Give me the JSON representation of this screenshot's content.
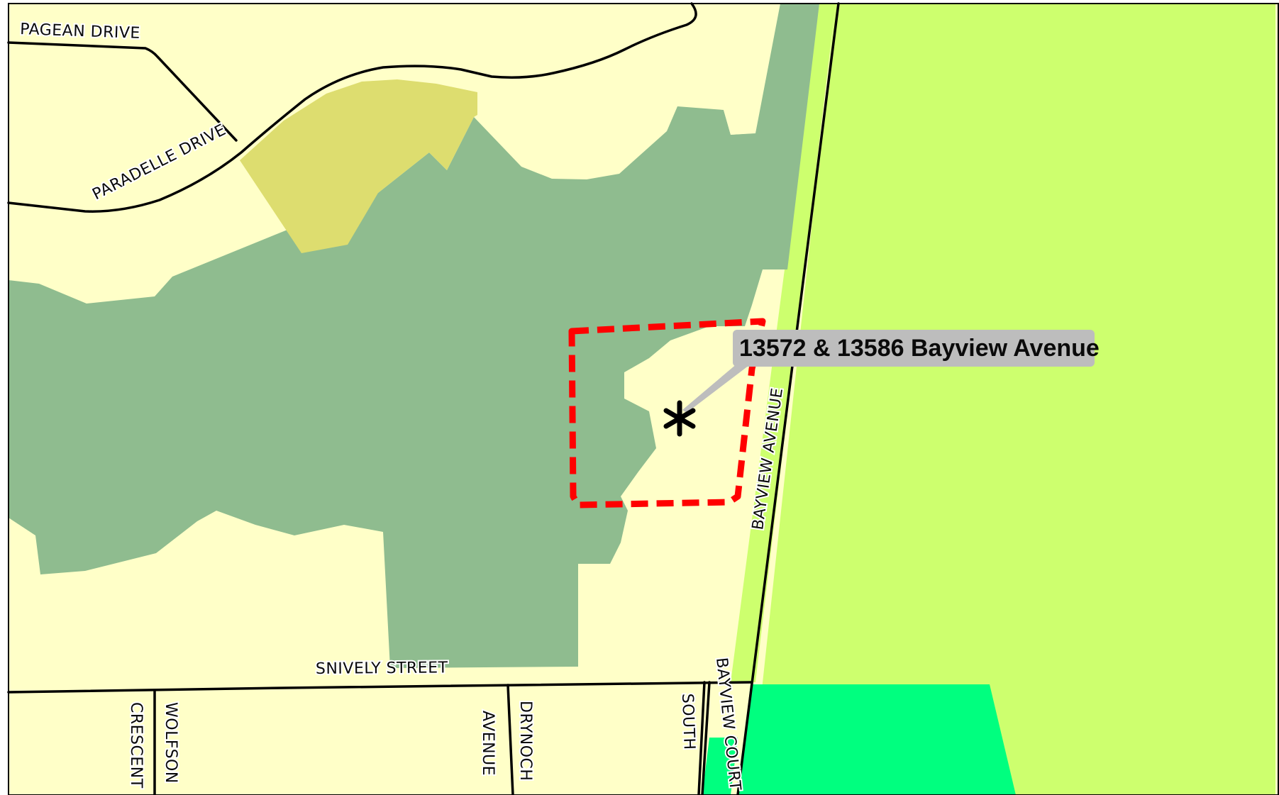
{
  "colors": {
    "residential": "#FFFFC8",
    "natural_heritage": "#8FBC8F",
    "open_space": "#DDDD6F",
    "agricultural": "#CDFF6E",
    "commercial": "#00FF7F",
    "subject_boundary": "#FF0000",
    "callout_background": "#BDBDBD",
    "road": "#000000"
  },
  "subject_site": {
    "label": "13572 & 13586 Bayview Avenue",
    "marker_icon": "asterisk-icon",
    "marker_glyph": "*"
  },
  "streets": {
    "pagean_drive": "PAGEAN DRIVE",
    "paradelle_drive": "PARADELLE DRIVE",
    "snively_street": "SNIVELY STREET",
    "bayview_avenue": "BAYVIEW AVENUE",
    "bayview_court": "BAYVIEW COURT",
    "crescent": "CRESCENT",
    "wolfson": "WOLFSON",
    "avenue": "AVENUE",
    "drynoch": "DRYNOCH",
    "south": "SOUTH"
  }
}
